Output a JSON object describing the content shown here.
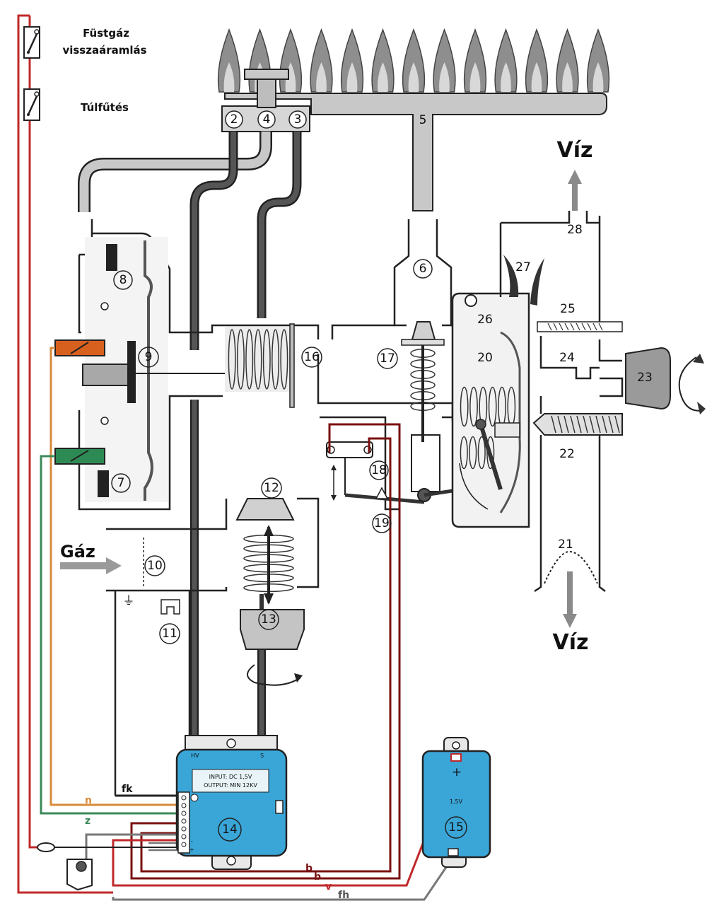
{
  "labels": {
    "flue_gas_line1": "Füstgáz",
    "flue_gas_line2": "visszaáramlás",
    "overheat": "Túlfűtés",
    "water_out": "Víz",
    "water_in": "Víz",
    "gas": "Gáz"
  },
  "parts": {
    "p2": "2",
    "p3": "3",
    "p4": "4",
    "p5": "5",
    "p6": "6",
    "p7": "7",
    "p8": "8",
    "p9": "9",
    "p10": "10",
    "p11": "11",
    "p12": "12",
    "p13": "13",
    "p14": "14",
    "p15": "15",
    "p16": "16",
    "p17": "17",
    "p18": "18",
    "p19": "19",
    "p20": "20",
    "p21": "21",
    "p22": "22",
    "p23": "23",
    "p24": "24",
    "p25": "25",
    "p26": "26",
    "p27": "27",
    "p28": "28"
  },
  "ignition_module": {
    "input": "INPUT: DC 1,5V",
    "output": "OUTPUT: MIN 12KV",
    "hv": "HV",
    "s": "S",
    "minus": "-",
    "plus": "+"
  },
  "battery": {
    "plus": "+",
    "voltage": "1,5V"
  },
  "wires": {
    "n": "n",
    "z": "z",
    "fk": "fk",
    "b1": "b",
    "b2": "b",
    "v": "v",
    "fh": "fh"
  },
  "colors": {
    "flame": "#8a8a8a",
    "gas_pipe": "#c8c8c8",
    "hv_pipe": "#3a3a3a",
    "module": "#3aa6d8",
    "wire_red": "#c0282a",
    "wire_dark_red": "#7a1010",
    "wire_orange": "#d98a3a",
    "wire_green": "#3a8a5a",
    "wire_gray": "#777777",
    "solenoid_orange": "#d8601e",
    "solenoid_green": "#2e8a55"
  }
}
